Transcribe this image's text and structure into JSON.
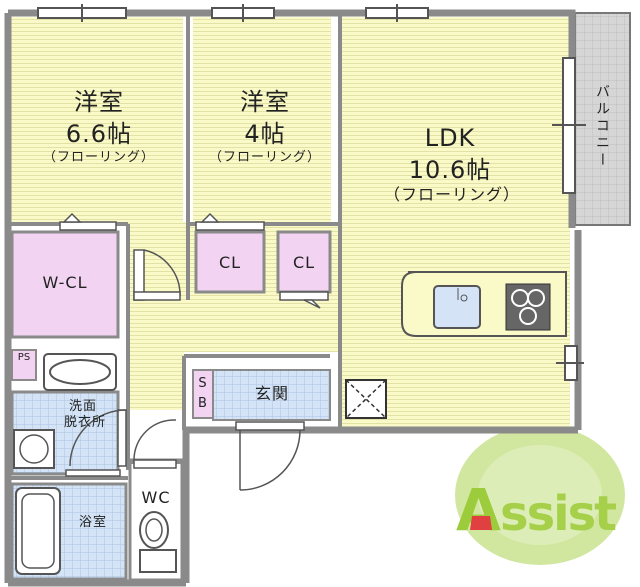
{
  "rooms": {
    "western1": {
      "name": "洋室",
      "size": "6.6帖",
      "floor": "（フローリング）"
    },
    "western2": {
      "name": "洋室",
      "size": "4帖",
      "floor": "（フローリング）"
    },
    "ldk": {
      "name": "LDK",
      "size": "10.6帖",
      "floor": "（フローリング）"
    },
    "balcony": "バルコニー",
    "walkin_closet": "W-CL",
    "closet1": "CL",
    "closet2": "CL",
    "ps": "PS",
    "shoe_box": "SB",
    "entrance": "玄関",
    "washroom_line1": "洗面",
    "washroom_line2": "脱衣所",
    "bathroom": "浴室",
    "toilet": "WC"
  },
  "logo": {
    "text": "Assist"
  },
  "colors": {
    "floor_yellow": "#fafac8",
    "closet_pink": "#f2d4f2",
    "wet_blue": "#d4e4f6",
    "wall_gray": "#8a8a8a",
    "balcony_gray": "#d0d0d0",
    "logo_green": "#9ccc3c",
    "logo_red": "#e04040"
  }
}
